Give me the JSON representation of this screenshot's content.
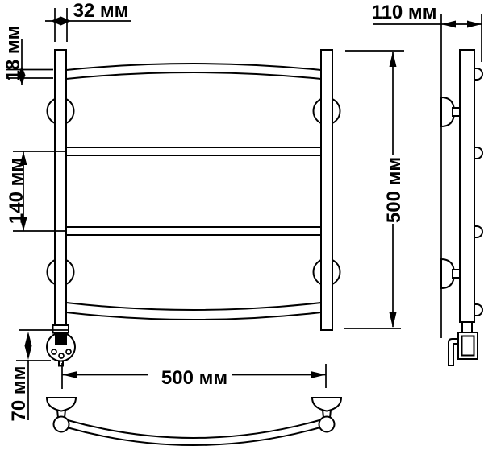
{
  "dimensions": {
    "bracket_width": {
      "label": "32 мм",
      "value_mm": 32
    },
    "tube_thickness": {
      "label": "18 мм",
      "value_mm": 18
    },
    "rail_spacing": {
      "label": "140 мм",
      "value_mm": 140
    },
    "bottom_offset": {
      "label": "70 мм",
      "value_mm": 70
    },
    "width": {
      "label": "500 мм",
      "value_mm": 500
    },
    "height": {
      "label": "500 мм",
      "value_mm": 500
    },
    "wall_depth": {
      "label": "110 мм",
      "value_mm": 110
    }
  },
  "colors": {
    "line": "#000000",
    "background": "#ffffff"
  }
}
